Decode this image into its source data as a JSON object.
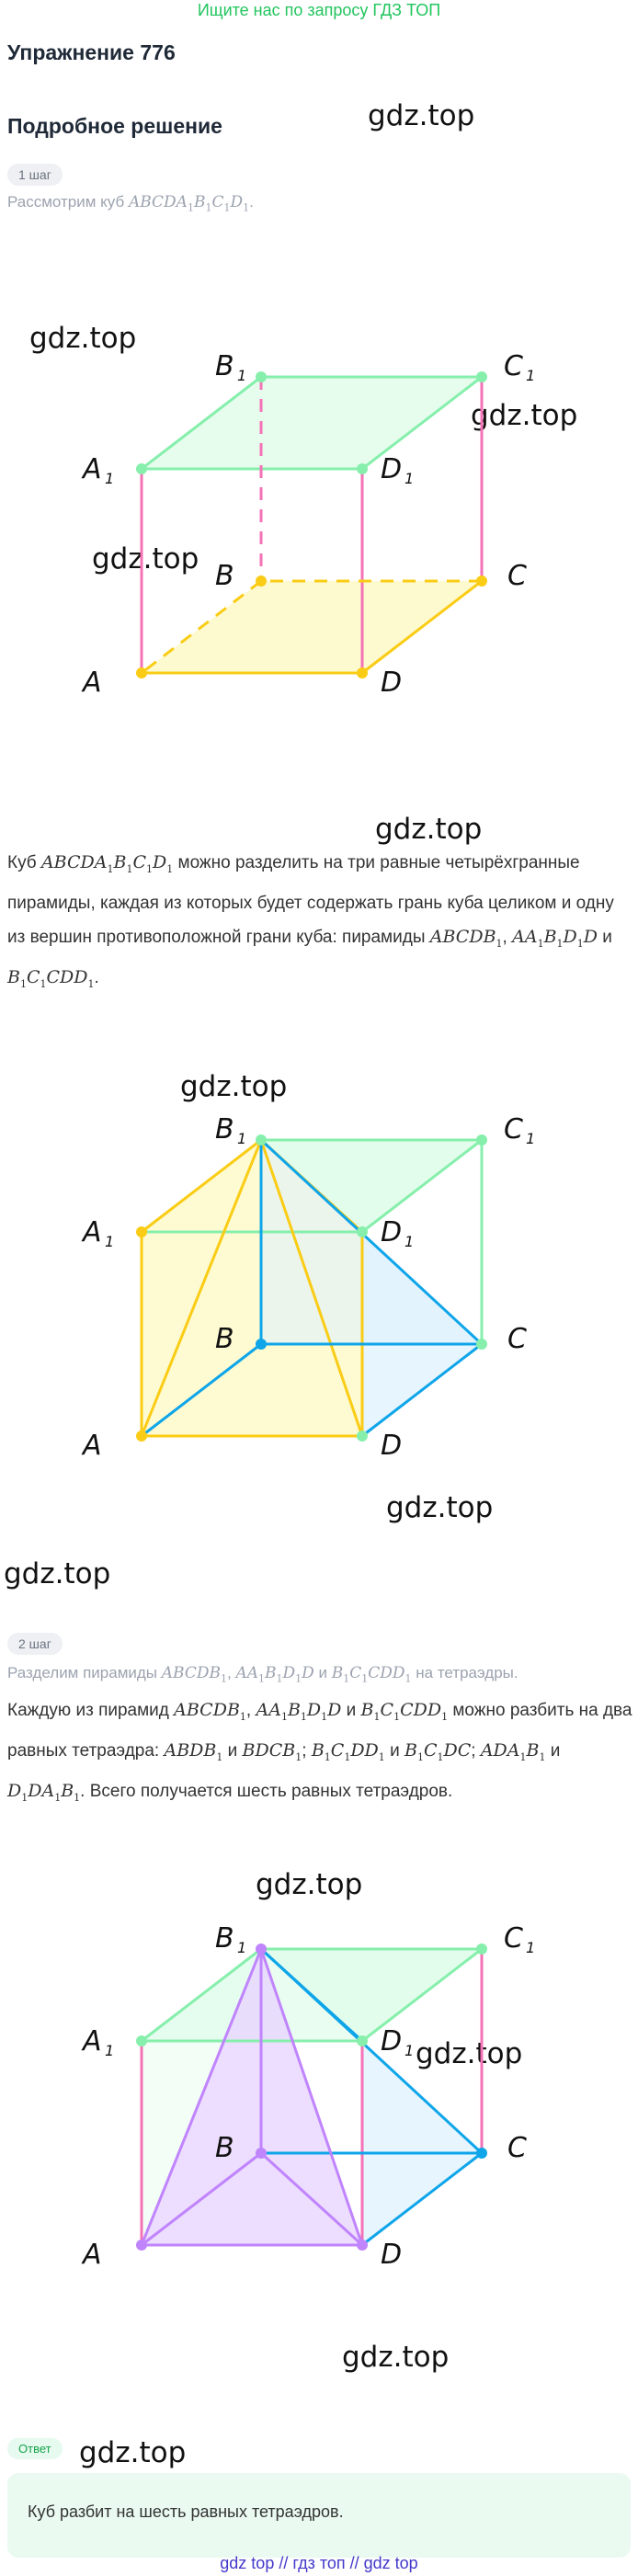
{
  "banner": "Ищите нас по запросу ГДЗ ТОП",
  "title": "Упражнение 776",
  "subtitle": "Подробное решение",
  "watermark": "gdz.top",
  "step1": {
    "badge": "1 шаг",
    "text_prefix": "Рассмотрим куб ",
    "text_suffix": "."
  },
  "para1": {
    "t1": "Куб ",
    "t2": " можно разделить на три равные четырёхгранные пирамиды, каждая из которых будет содержать грань куба целиком и одну из вершин противоположной грани куба: пирамиды ",
    "t3": ", ",
    "t4": " и ",
    "t5": "."
  },
  "step2": {
    "badge": "2 шаг",
    "grey_prefix": "Разделим пирамиды ",
    "grey_and": " и ",
    "grey_suffix": " на тетраэдры.",
    "t1": "Каждую из пирамид ",
    "t2": " и ",
    "t3": " можно разбить на два равных тетраэдра: ",
    "t4": " и ",
    "t5": "; ",
    "t6": " и ",
    "t7": "; ",
    "t8": " и ",
    "t9": ". Всего получается шесть равных тетраэдров."
  },
  "labels": {
    "A": "A",
    "B": "B",
    "C": "C",
    "D": "D",
    "A1": "A",
    "B1": "B",
    "C1": "C",
    "D1": "D",
    "sub1": "1"
  },
  "answer": {
    "badge": "Ответ",
    "text": "Куб разбит на шесть равных тетраэдров."
  },
  "footer": "gdz top  //  гдз топ  //  gdz top",
  "colors": {
    "green": "#86efac",
    "pink": "#f472b6",
    "yellow": "#facc15",
    "blue": "#0ea5e9",
    "purple": "#c084fc"
  }
}
